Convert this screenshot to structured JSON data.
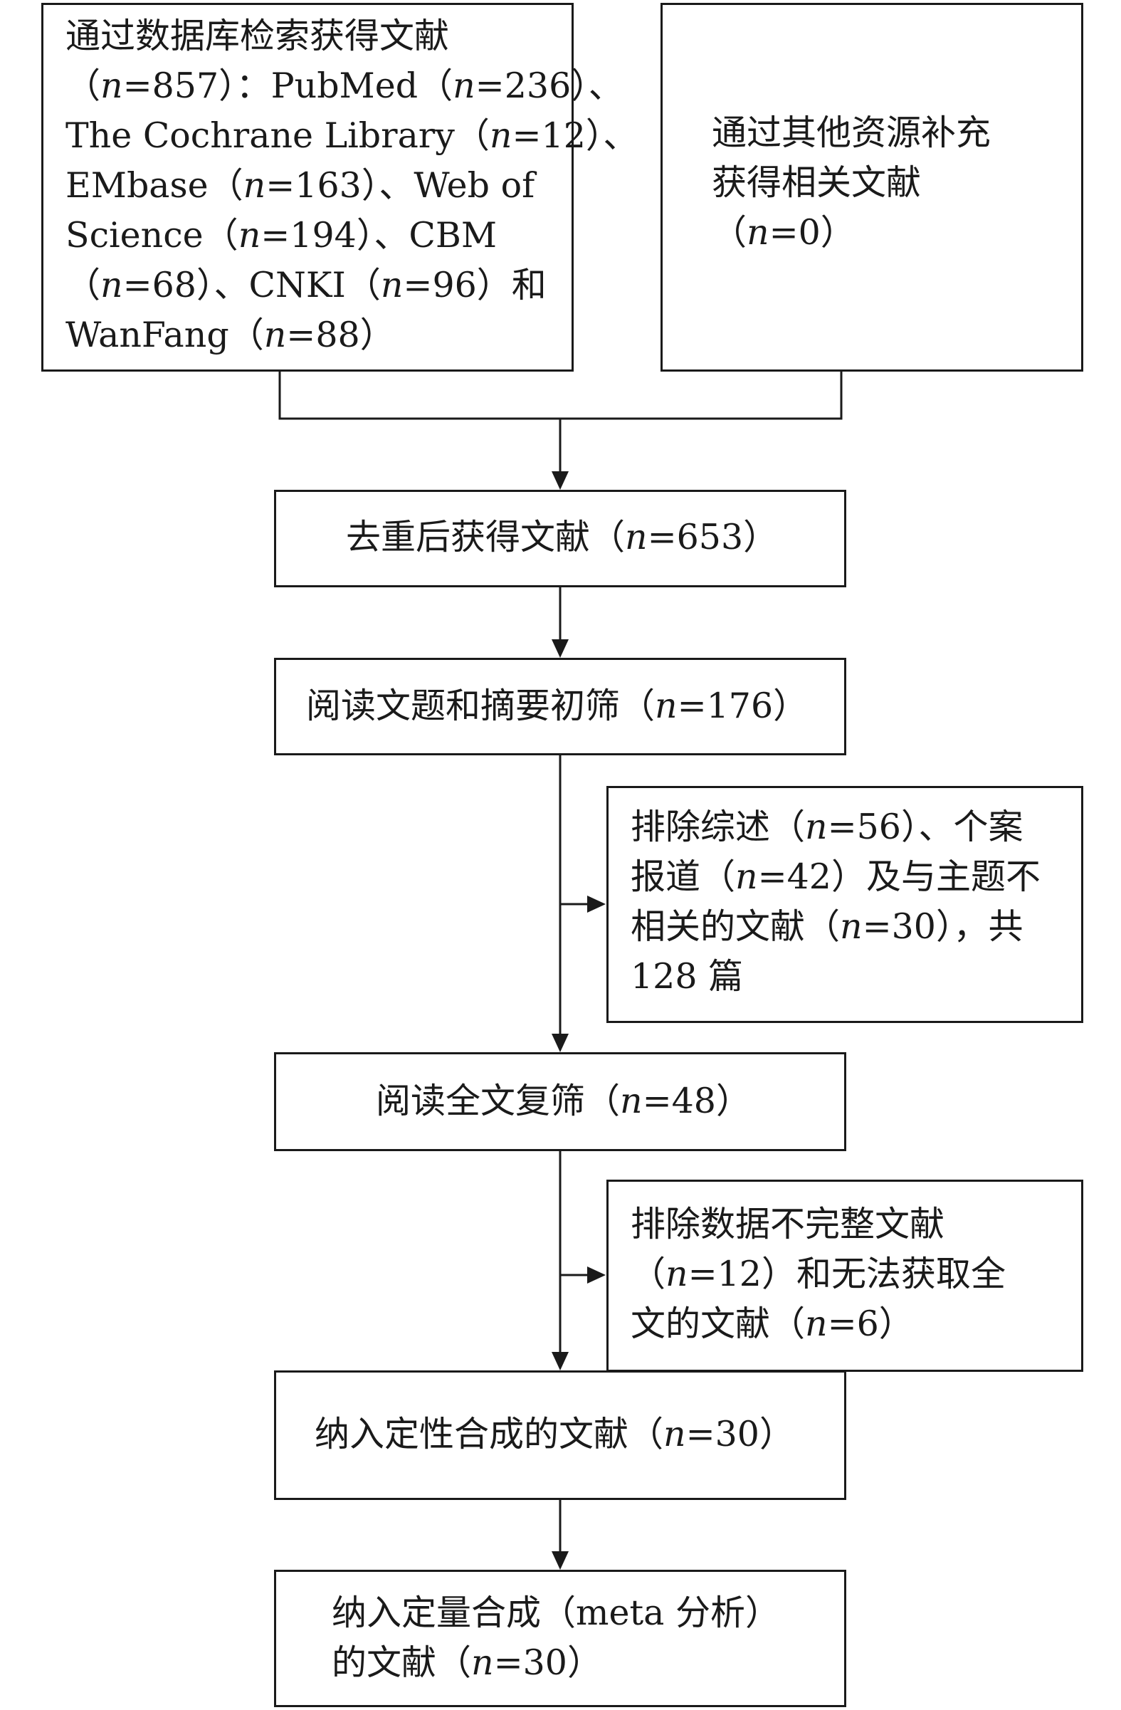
{
  "boxes": {
    "database_search": {
      "lines": [
        [
          {
            "t": "通过数据库检索获得文献"
          }
        ],
        [
          {
            "t": "（"
          },
          {
            "t": "n",
            "i": true
          },
          {
            "t": "=857）：PubMed（"
          },
          {
            "t": "n",
            "i": true
          },
          {
            "t": "=236）、"
          }
        ],
        [
          {
            "t": "The Cochrane Library（"
          },
          {
            "t": "n",
            "i": true
          },
          {
            "t": "=12）、"
          }
        ],
        [
          {
            "t": "EMbase（"
          },
          {
            "t": "n",
            "i": true
          },
          {
            "t": "=163）、Web of"
          }
        ],
        [
          {
            "t": "Science（"
          },
          {
            "t": "n",
            "i": true
          },
          {
            "t": "=194）、CBM"
          }
        ],
        [
          {
            "t": "（"
          },
          {
            "t": "n",
            "i": true
          },
          {
            "t": "=68）、CNKI（"
          },
          {
            "t": "n",
            "i": true
          },
          {
            "t": "=96）和"
          }
        ],
        [
          {
            "t": "WanFang（"
          },
          {
            "t": "n",
            "i": true
          },
          {
            "t": "=88）"
          }
        ]
      ]
    },
    "other_sources": {
      "lines": [
        [
          {
            "t": "通过其他资源补充"
          }
        ],
        [
          {
            "t": "获得相关文献"
          }
        ],
        [
          {
            "t": "（"
          },
          {
            "t": "n",
            "i": true
          },
          {
            "t": "=0）"
          }
        ]
      ]
    },
    "after_dedup": {
      "lines": [
        [
          {
            "t": "去重后获得文献（"
          },
          {
            "t": "n",
            "i": true
          },
          {
            "t": "=653）"
          }
        ]
      ]
    },
    "title_abstract_screen": {
      "lines": [
        [
          {
            "t": "阅读文题和摘要初筛（"
          },
          {
            "t": "n",
            "i": true
          },
          {
            "t": "=176）"
          }
        ]
      ]
    },
    "exclusion_1": {
      "lines": [
        [
          {
            "t": "排除综述（"
          },
          {
            "t": "n",
            "i": true
          },
          {
            "t": "=56）、个案"
          }
        ],
        [
          {
            "t": "报道（"
          },
          {
            "t": "n",
            "i": true
          },
          {
            "t": "=42）及与主题不"
          }
        ],
        [
          {
            "t": "相关的文献（"
          },
          {
            "t": "n",
            "i": true
          },
          {
            "t": "=30），共"
          }
        ],
        [
          {
            "t": "128 篇"
          }
        ]
      ]
    },
    "fulltext_screen": {
      "lines": [
        [
          {
            "t": "阅读全文复筛（"
          },
          {
            "t": "n",
            "i": true
          },
          {
            "t": "=48）"
          }
        ]
      ]
    },
    "exclusion_2": {
      "lines": [
        [
          {
            "t": "排除数据不完整文献"
          }
        ],
        [
          {
            "t": "（"
          },
          {
            "t": "n",
            "i": true
          },
          {
            "t": "=12）和无法获取全"
          }
        ],
        [
          {
            "t": "文的文献（"
          },
          {
            "t": "n",
            "i": true
          },
          {
            "t": "=6）"
          }
        ]
      ]
    },
    "qualitative": {
      "lines": [
        [
          {
            "t": "纳入定性合成的文献（"
          },
          {
            "t": "n",
            "i": true
          },
          {
            "t": "=30）"
          }
        ]
      ]
    },
    "quantitative": {
      "lines": [
        [
          {
            "t": "纳入定量合成（meta 分析）"
          }
        ],
        [
          {
            "t": "的文献（"
          },
          {
            "t": "n",
            "i": true
          },
          {
            "t": "=30）"
          }
        ]
      ]
    }
  }
}
